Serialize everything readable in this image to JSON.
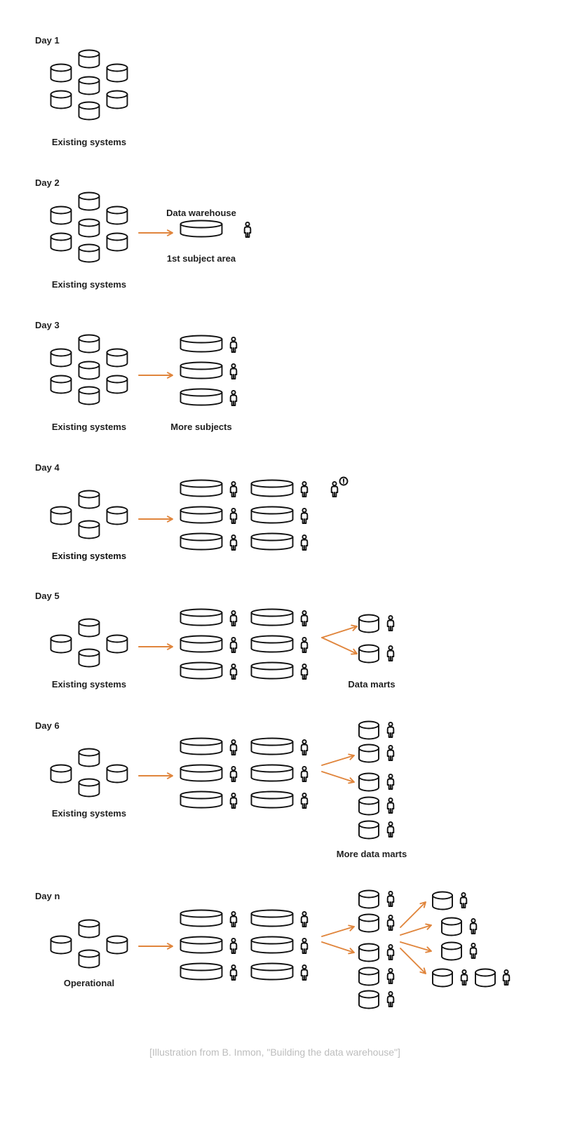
{
  "colors": {
    "ink": "#111111",
    "arrow": "#e0853c",
    "source_text": "#bdbdbd",
    "background": "#ffffff"
  },
  "icons": {
    "database": "database-icon",
    "user": "user-icon",
    "arrow": "arrow-icon",
    "alert": "alert-icon"
  },
  "stages": [
    {
      "id": "day1",
      "label": "Day 1",
      "captions": {
        "systems": "Existing systems"
      }
    },
    {
      "id": "day2",
      "label": "Day 2",
      "captions": {
        "systems": "Existing systems",
        "warehouse_top": "Data warehouse",
        "warehouse_bottom": "1st subject area"
      }
    },
    {
      "id": "day3",
      "label": "Day 3",
      "captions": {
        "systems": "Existing systems",
        "warehouse": "More subjects"
      }
    },
    {
      "id": "day4",
      "label": "Day 4",
      "captions": {
        "systems": "Existing systems"
      }
    },
    {
      "id": "day5",
      "label": "Day 5",
      "captions": {
        "systems": "Existing systems",
        "marts": "Data marts"
      }
    },
    {
      "id": "day6",
      "label": "Day 6",
      "captions": {
        "systems": "Existing systems",
        "marts": "More data marts"
      }
    },
    {
      "id": "dayn",
      "label": "Day n",
      "captions": {
        "systems": "Operational"
      }
    }
  ],
  "source": "[Illustration from B. Inmon, \"Building the data warehouse\"]"
}
